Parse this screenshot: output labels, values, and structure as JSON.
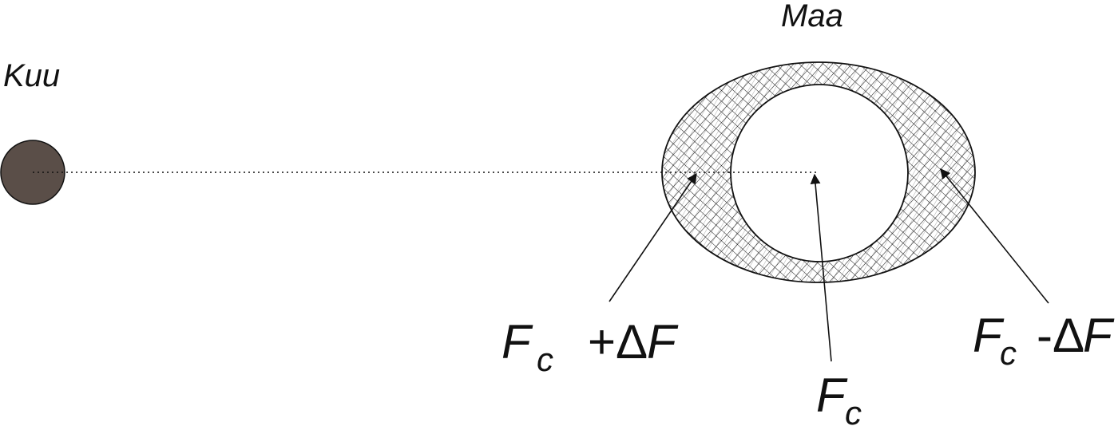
{
  "labels": {
    "moon": "Kuu",
    "earth": "Maa"
  },
  "forces": {
    "near_side": {
      "symbol": "F",
      "subscript": "c",
      "operator": "+Δ",
      "delta_symbol": "F"
    },
    "center": {
      "symbol": "F",
      "subscript": "c"
    },
    "far_side": {
      "symbol": "F",
      "subscript": "c",
      "operator": "-Δ",
      "delta_symbol": "F"
    }
  },
  "colors": {
    "moon_fill": "#5a4e48",
    "line": "#111111",
    "hatch": "#1a1a1a",
    "background": "#ffffff"
  }
}
